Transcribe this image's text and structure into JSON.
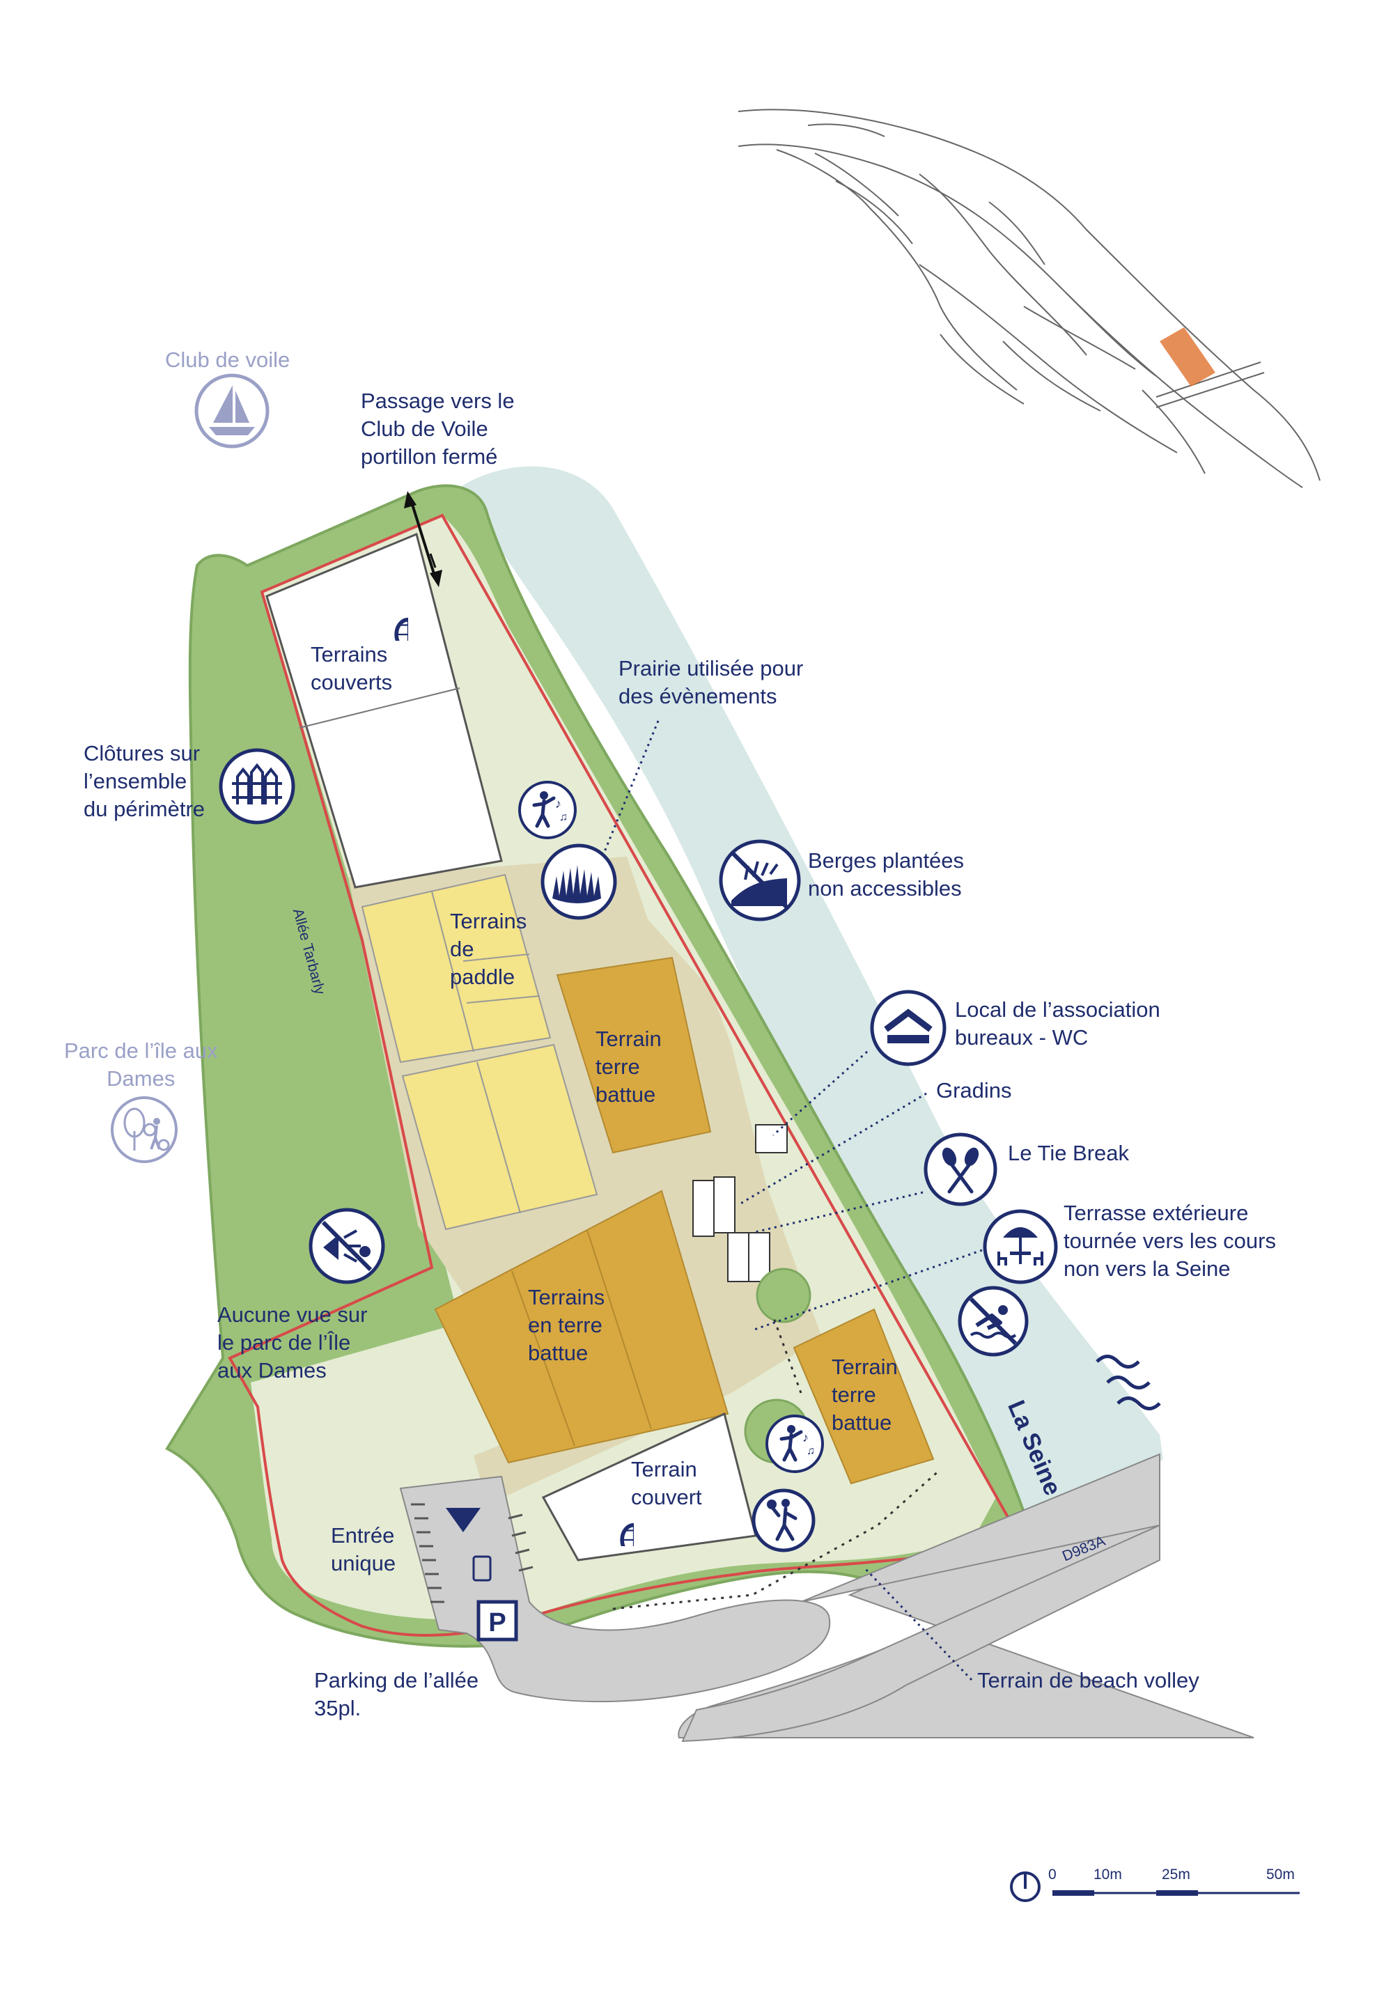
{
  "labels": {
    "club_voile": "Club de voile",
    "passage": "Passage vers le\nClub de Voile\nportillon fermé",
    "terrains_couverts": "Terrains\ncouverts",
    "clotures": "Clôtures sur\nl’ensemble\ndu périmètre",
    "prairie": "Prairie utilisée pour\ndes évènements",
    "berges": "Berges plantées\nnon accessibles",
    "paddle": "Terrains\nde\npaddle",
    "terre_battue_1": "Terrain\nterre\nbattue",
    "local": "Local de l’association\nbureaux - WC",
    "gradins": "Gradins",
    "tie_break": "Le Tie Break",
    "terrasse": "Terrasse extérieure\ntournée vers les cours\nnon vers la Seine",
    "parc": "Parc de l’île aux\nDames",
    "aucune_vue": "Aucune vue sur\nle parc de l’Île\naux Dames",
    "terrains_terre_battue": "Terrains\nen terre\nbattue",
    "terre_battue_2": "Terrain\nterre\nbattue",
    "la_seine": "La Seine",
    "terrain_couvert": "Terrain\ncouvert",
    "entree": "Entrée\nunique",
    "parking": "Parking de l’allée\n35pl.",
    "beach_volley": "Terrain de beach volley",
    "allee": "Allée Tarbarly",
    "road": "D983A",
    "parking_sign": "P"
  },
  "scale": {
    "ticks": [
      "0",
      "10m",
      "25m",
      "50m"
    ]
  },
  "icons": [
    "sailboat-icon",
    "tennis-racket-icon",
    "fence-icon",
    "dancer-music-icon",
    "grass-icon",
    "no-access-bank-icon",
    "building-roof-icon",
    "fork-knife-icon",
    "terrace-umbrella-icon",
    "no-view-icon",
    "no-swimming-icon",
    "park-tree-icon",
    "beach-volley-icon",
    "parking-icon",
    "north-arrow-icon"
  ],
  "colors": {
    "navy": "#1f2d6e",
    "muted": "#9aa0c6",
    "water": "#d7e8e6",
    "vegetation": "#9cc27a",
    "meadow": "#e5ecd3",
    "path": "#ded8b7",
    "paddle": "#f4e48a",
    "clay": "#d8a940",
    "boundary": "#d84a4a",
    "road": "#cfcfcf",
    "highlight": "#e07a3a"
  }
}
